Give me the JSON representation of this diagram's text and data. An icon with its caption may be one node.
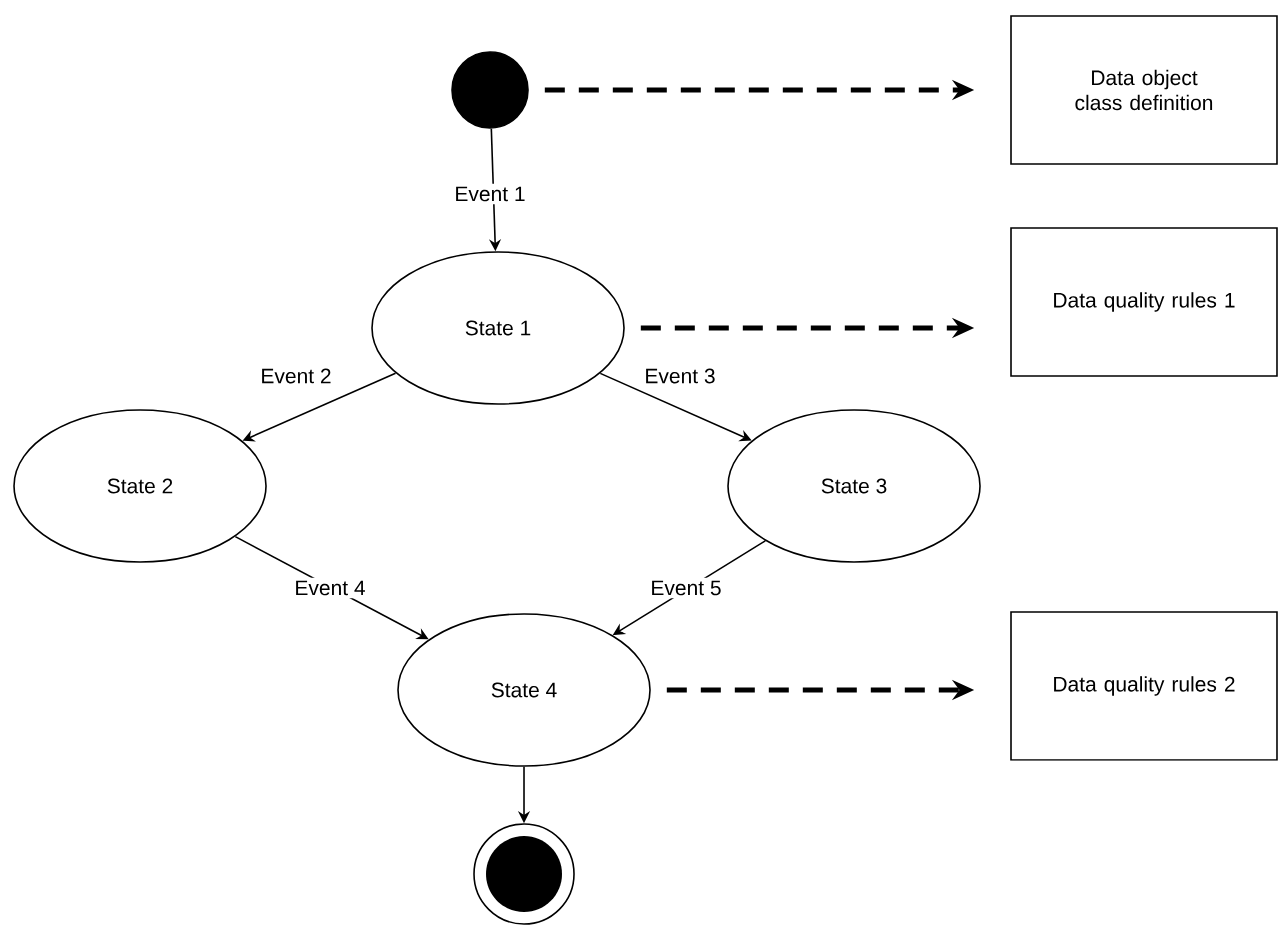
{
  "diagram": {
    "nodes": [
      {
        "text": [],
        "shape": "circle"
      },
      {
        "text": [
          "Data object class definition"
        ]
      },
      {
        "text": [
          "State 1"
        ]
      },
      {
        "text": [
          "Data quality rules 1"
        ]
      },
      {
        "text": [
          "State 2"
        ]
      },
      {
        "text": [
          "State 3"
        ]
      },
      {
        "text": [
          "State 4"
        ]
      },
      {
        "text": [
          "Data quality rules 2"
        ]
      },
      {
        "text": [],
        "shape": "bullseye"
      }
    ],
    "edges": [
      {
        "from": 0,
        "to": 2,
        "arrow": "to",
        "label": "Event 1"
      },
      {
        "from": 0,
        "to": 1,
        "arrow": "to",
        "style": "dashed"
      },
      {
        "from": 2,
        "to": 4,
        "arrow": "to",
        "label": "Event 2"
      },
      {
        "from": 2,
        "to": 5,
        "arrow": "to",
        "label": "Event 3"
      },
      {
        "from": 2,
        "to": 3,
        "arrow": "to",
        "style": "dashed"
      },
      {
        "from": 4,
        "to": 6,
        "arrow": "to",
        "label": "Event 4"
      },
      {
        "from": 5,
        "to": 6,
        "arrow": "to",
        "label": "Event 5"
      },
      {
        "from": 6,
        "to": 7,
        "arrow": "to",
        "style": "dashed"
      },
      {
        "from": 6,
        "to": 8,
        "arrow": "to"
      }
    ]
  }
}
